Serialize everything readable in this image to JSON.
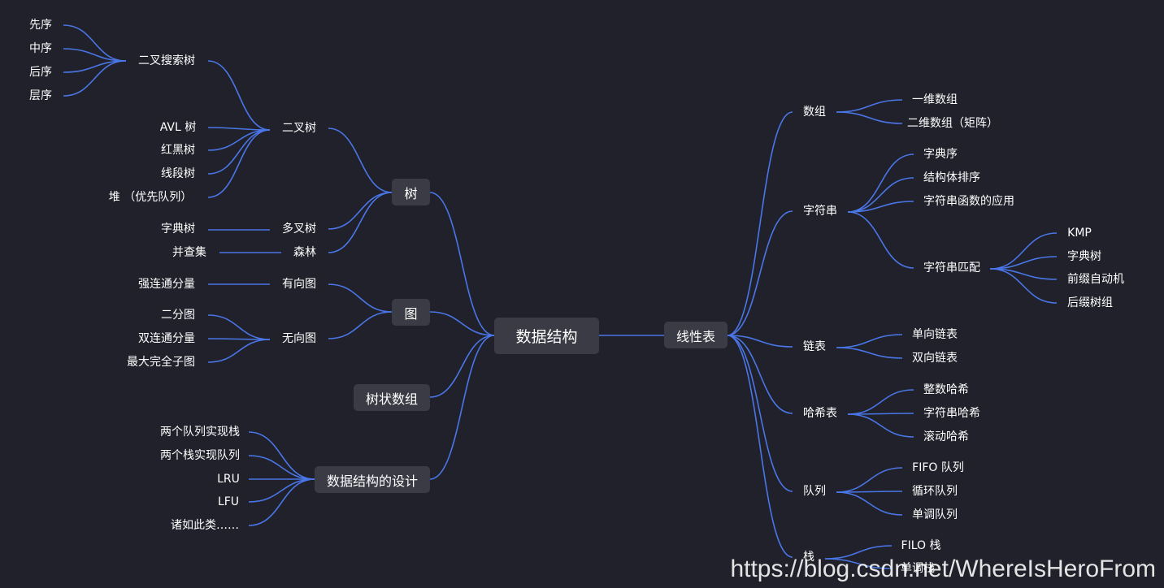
{
  "colors": {
    "background": "#20212a",
    "edge": "#4a76e8",
    "box": "#3a3b44",
    "text": "#ffffff"
  },
  "root": "数据结构",
  "watermark": "https://blog.csdn.net/WhereIsHeroFrom",
  "left": {
    "tree": "树",
    "binary_tree": "二叉树",
    "bst": "二叉搜索树",
    "preorder": "先序",
    "inorder": "中序",
    "postorder": "后序",
    "levelorder": "层序",
    "avl": "AVL 树",
    "red_black": "红黑树",
    "segment_tree": "线段树",
    "heap": "堆 （优先队列）",
    "multiway_tree": "多叉树",
    "trie": "字典树",
    "forest": "森林",
    "union_find": "并查集",
    "graph": "图",
    "directed_graph": "有向图",
    "scc": "强连通分量",
    "undirected_graph": "无向图",
    "bipartite": "二分图",
    "bcc": "双连通分量",
    "max_clique": "最大完全子图",
    "fenwick": "树状数组",
    "design": "数据结构的设计",
    "queues_as_stack": "两个队列实现栈",
    "stacks_as_queue": "两个栈实现队列",
    "lru": "LRU",
    "lfu": "LFU",
    "etc": "诸如此类……"
  },
  "right": {
    "linear": "线性表",
    "array": "数组",
    "array_1d": "一维数组",
    "array_2d": "二维数组（矩阵）",
    "string": "字符串",
    "lex_order": "字典序",
    "struct_sort": "结构体排序",
    "string_funcs": "字符串函数的应用",
    "string_match": "字符串匹配",
    "kmp": "KMP",
    "trie": "字典树",
    "ac_automaton": "前缀自动机",
    "prefix_bit": "后缀树组",
    "linked_list": "链表",
    "singly": "单向链表",
    "doubly": "双向链表",
    "hash": "哈希表",
    "int_hash": "整数哈希",
    "str_hash": "字符串哈希",
    "rolling_hash": "滚动哈希",
    "queue": "队列",
    "fifo": "FIFO 队列",
    "circular": "循环队列",
    "monotonic_queue": "单调队列",
    "stack": "栈",
    "filo": "FILO 栈",
    "monotonic_stack": "单调栈"
  }
}
